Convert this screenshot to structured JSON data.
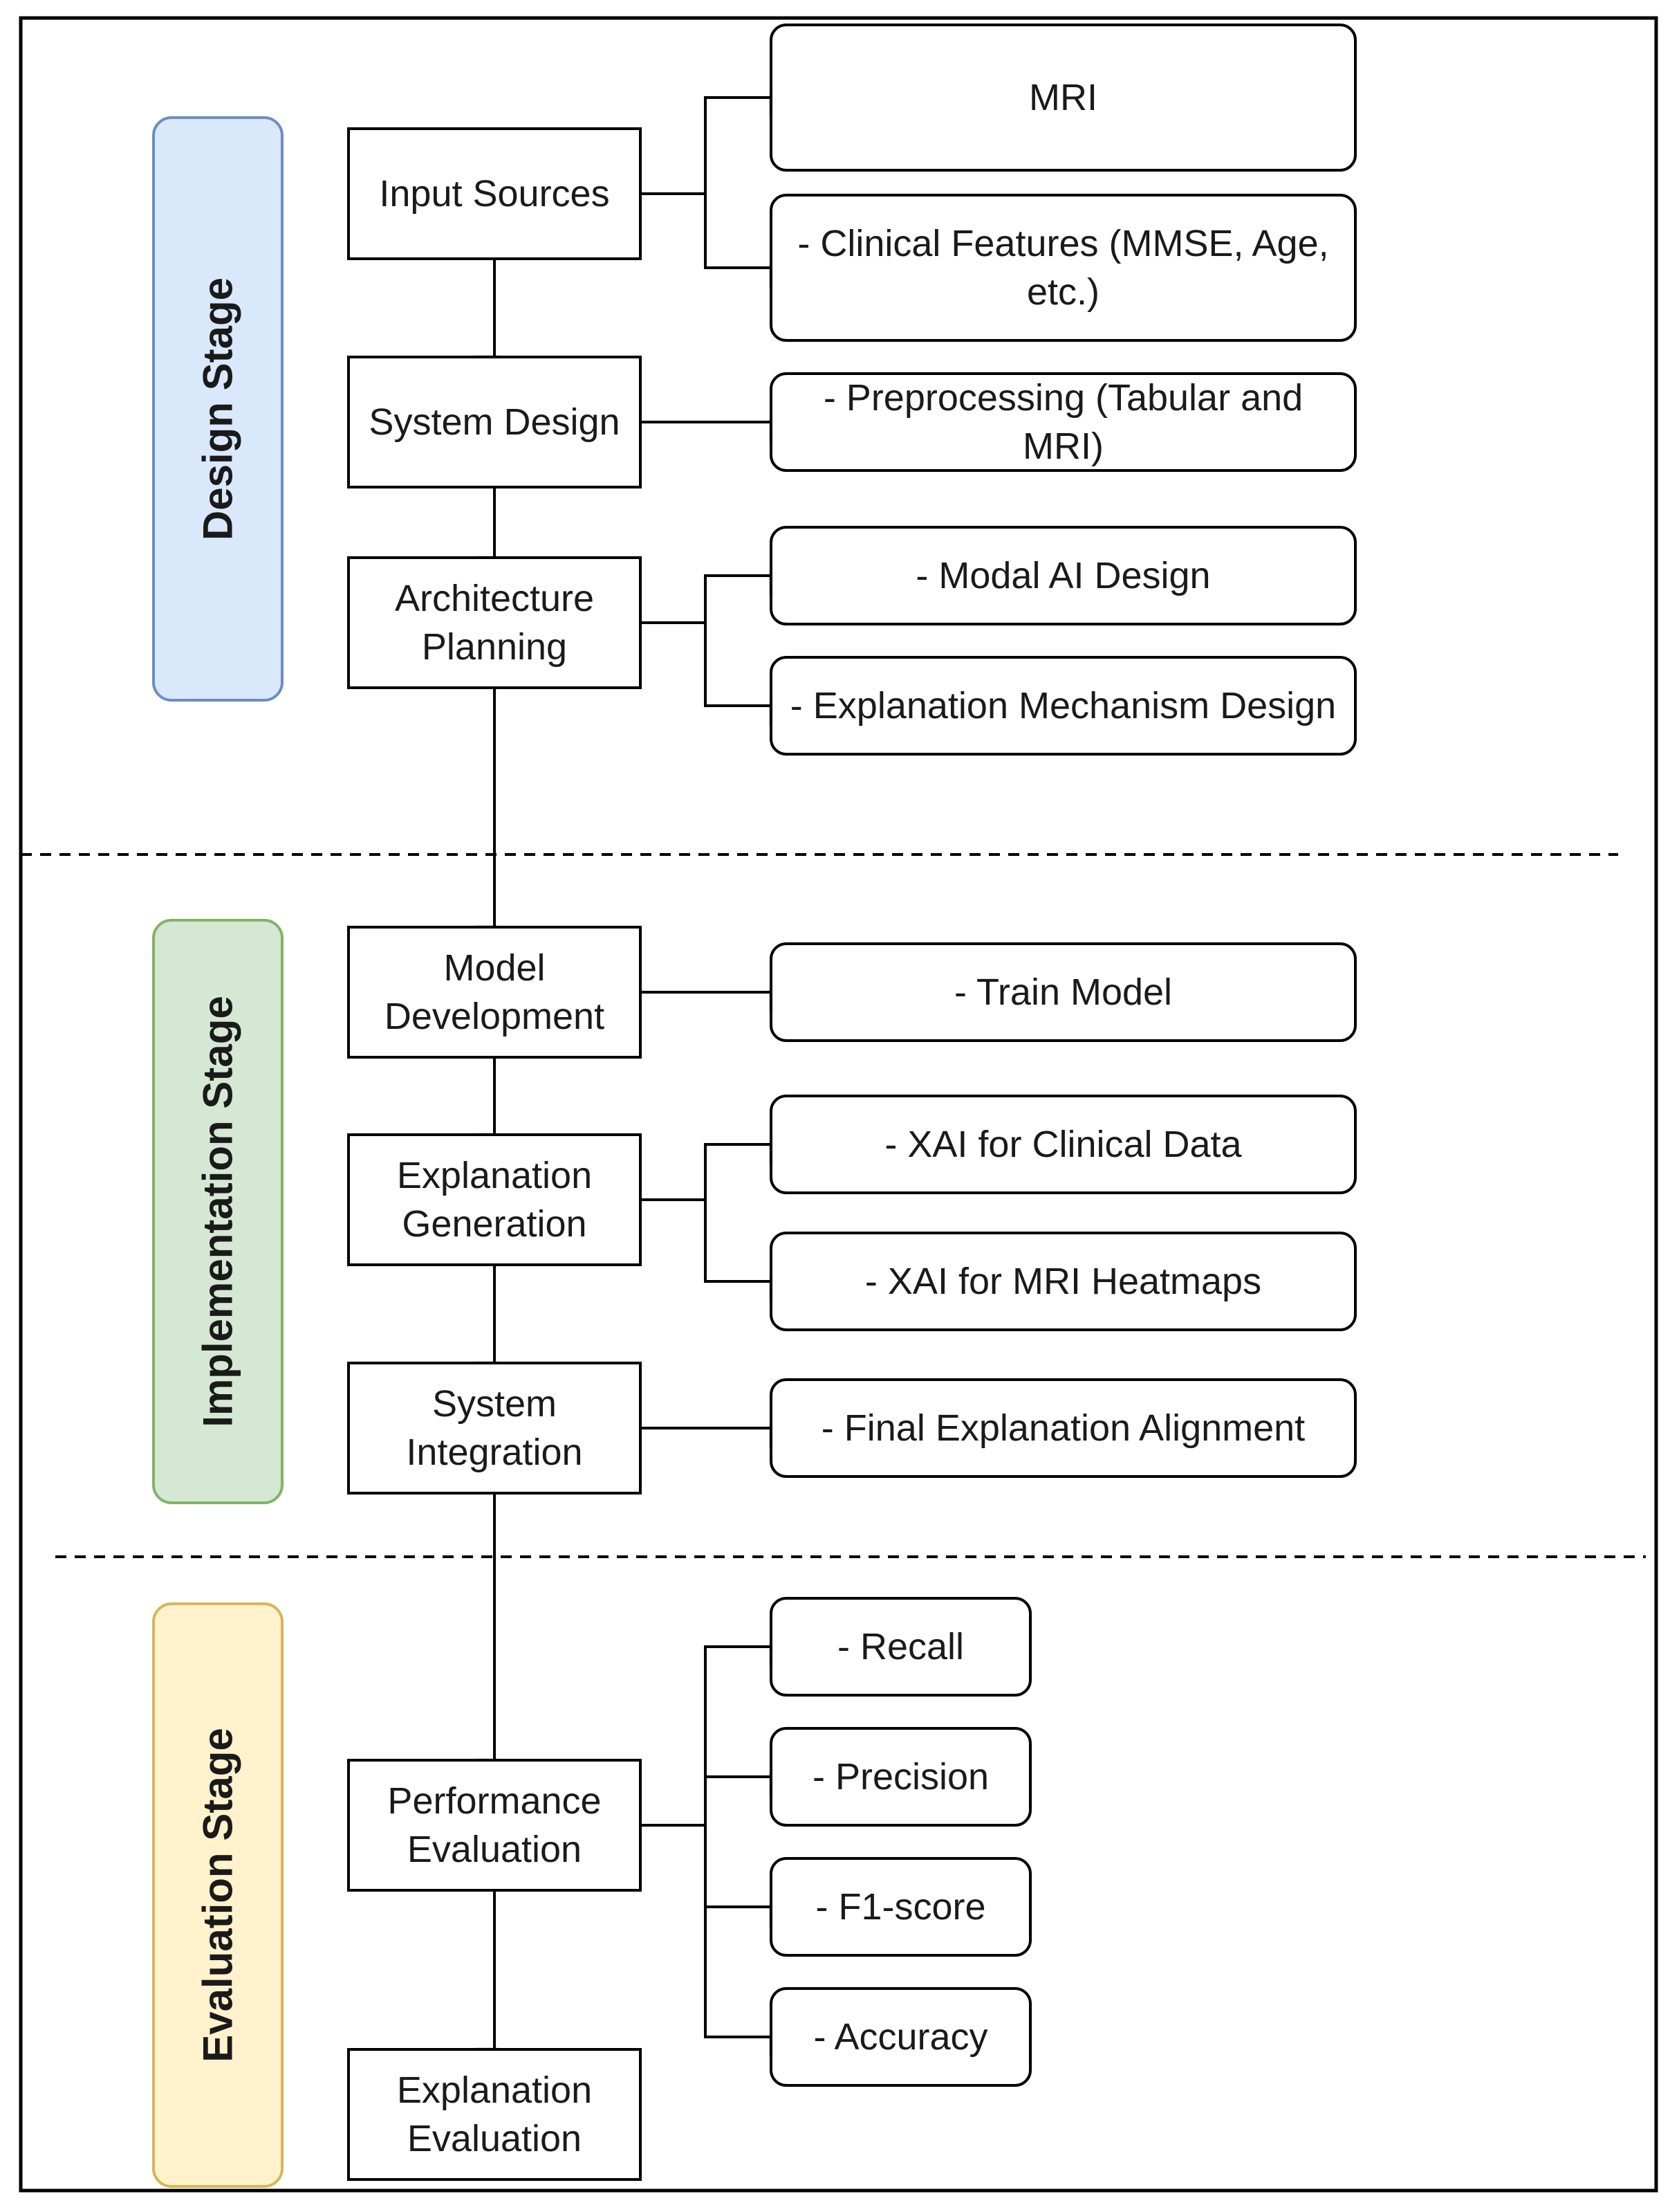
{
  "stages": [
    {
      "id": "design",
      "label": "Design Stage",
      "fill": "#dae8fc",
      "stroke": "#6c8ebf"
    },
    {
      "id": "implementation",
      "label": "Implementation Stage",
      "fill": "#d5e8d4",
      "stroke": "#82b366"
    },
    {
      "id": "evaluation",
      "label": "Evaluation Stage",
      "fill": "#fff2cc",
      "stroke": "#d6b656"
    }
  ],
  "process_steps": [
    {
      "id": "input_sources",
      "label": "Input Sources"
    },
    {
      "id": "system_design",
      "label": "System Design"
    },
    {
      "id": "architecture_planning",
      "label": "Architecture Planning"
    },
    {
      "id": "model_development",
      "label": "Model Development"
    },
    {
      "id": "explanation_generation",
      "label": "Explanation Generation"
    },
    {
      "id": "system_integration",
      "label": "System Integration"
    },
    {
      "id": "performance_evaluation",
      "label": "Performance Evaluation"
    },
    {
      "id": "explanation_evaluation",
      "label": "Explanation Evaluation"
    }
  ],
  "details": [
    {
      "id": "mri",
      "label": "MRI"
    },
    {
      "id": "clinical_features",
      "label": "- Clinical Features (MMSE, Age, etc.)"
    },
    {
      "id": "preprocessing",
      "label": "- Preprocessing (Tabular and MRI)"
    },
    {
      "id": "modal_ai_design",
      "label": "- Modal AI Design"
    },
    {
      "id": "explanation_mechanism_design",
      "label": "- Explanation Mechanism Design"
    },
    {
      "id": "train_model",
      "label": "- Train Model"
    },
    {
      "id": "xai_clinical",
      "label": "- XAI for Clinical Data"
    },
    {
      "id": "xai_mri",
      "label": "- XAI for MRI Heatmaps"
    },
    {
      "id": "final_alignment",
      "label": "- Final Explanation Alignment"
    },
    {
      "id": "recall",
      "label": "- Recall"
    },
    {
      "id": "precision",
      "label": "- Precision"
    },
    {
      "id": "f1_score",
      "label": "- F1-score"
    },
    {
      "id": "accuracy",
      "label": "- Accuracy"
    }
  ],
  "edges": [
    [
      "input_sources",
      "system_design"
    ],
    [
      "system_design",
      "architecture_planning"
    ],
    [
      "architecture_planning",
      "model_development"
    ],
    [
      "model_development",
      "explanation_generation"
    ],
    [
      "explanation_generation",
      "system_integration"
    ],
    [
      "system_integration",
      "performance_evaluation"
    ],
    [
      "performance_evaluation",
      "explanation_evaluation"
    ],
    [
      "input_sources",
      "mri"
    ],
    [
      "input_sources",
      "clinical_features"
    ],
    [
      "system_design",
      "preprocessing"
    ],
    [
      "architecture_planning",
      "modal_ai_design"
    ],
    [
      "architecture_planning",
      "explanation_mechanism_design"
    ],
    [
      "model_development",
      "train_model"
    ],
    [
      "explanation_generation",
      "xai_clinical"
    ],
    [
      "explanation_generation",
      "xai_mri"
    ],
    [
      "system_integration",
      "final_alignment"
    ],
    [
      "performance_evaluation",
      "recall"
    ],
    [
      "performance_evaluation",
      "precision"
    ],
    [
      "performance_evaluation",
      "f1_score"
    ],
    [
      "performance_evaluation",
      "accuracy"
    ]
  ]
}
